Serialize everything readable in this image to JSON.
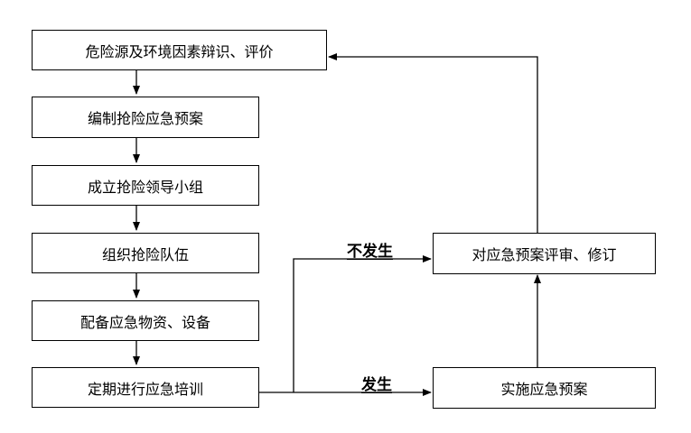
{
  "steps": [
    "危险源及环境因素辩识、评价",
    "编制抢险应急预案",
    "成立抢险领导小组",
    "组织抢险队伍",
    "配备应急物资、设备",
    "定期进行应急培训"
  ],
  "right_boxes": {
    "review": "对应急预案评审、修订",
    "implement": "实施应急预案"
  },
  "labels": {
    "not_occur": "不发生",
    "occur": "发生"
  }
}
